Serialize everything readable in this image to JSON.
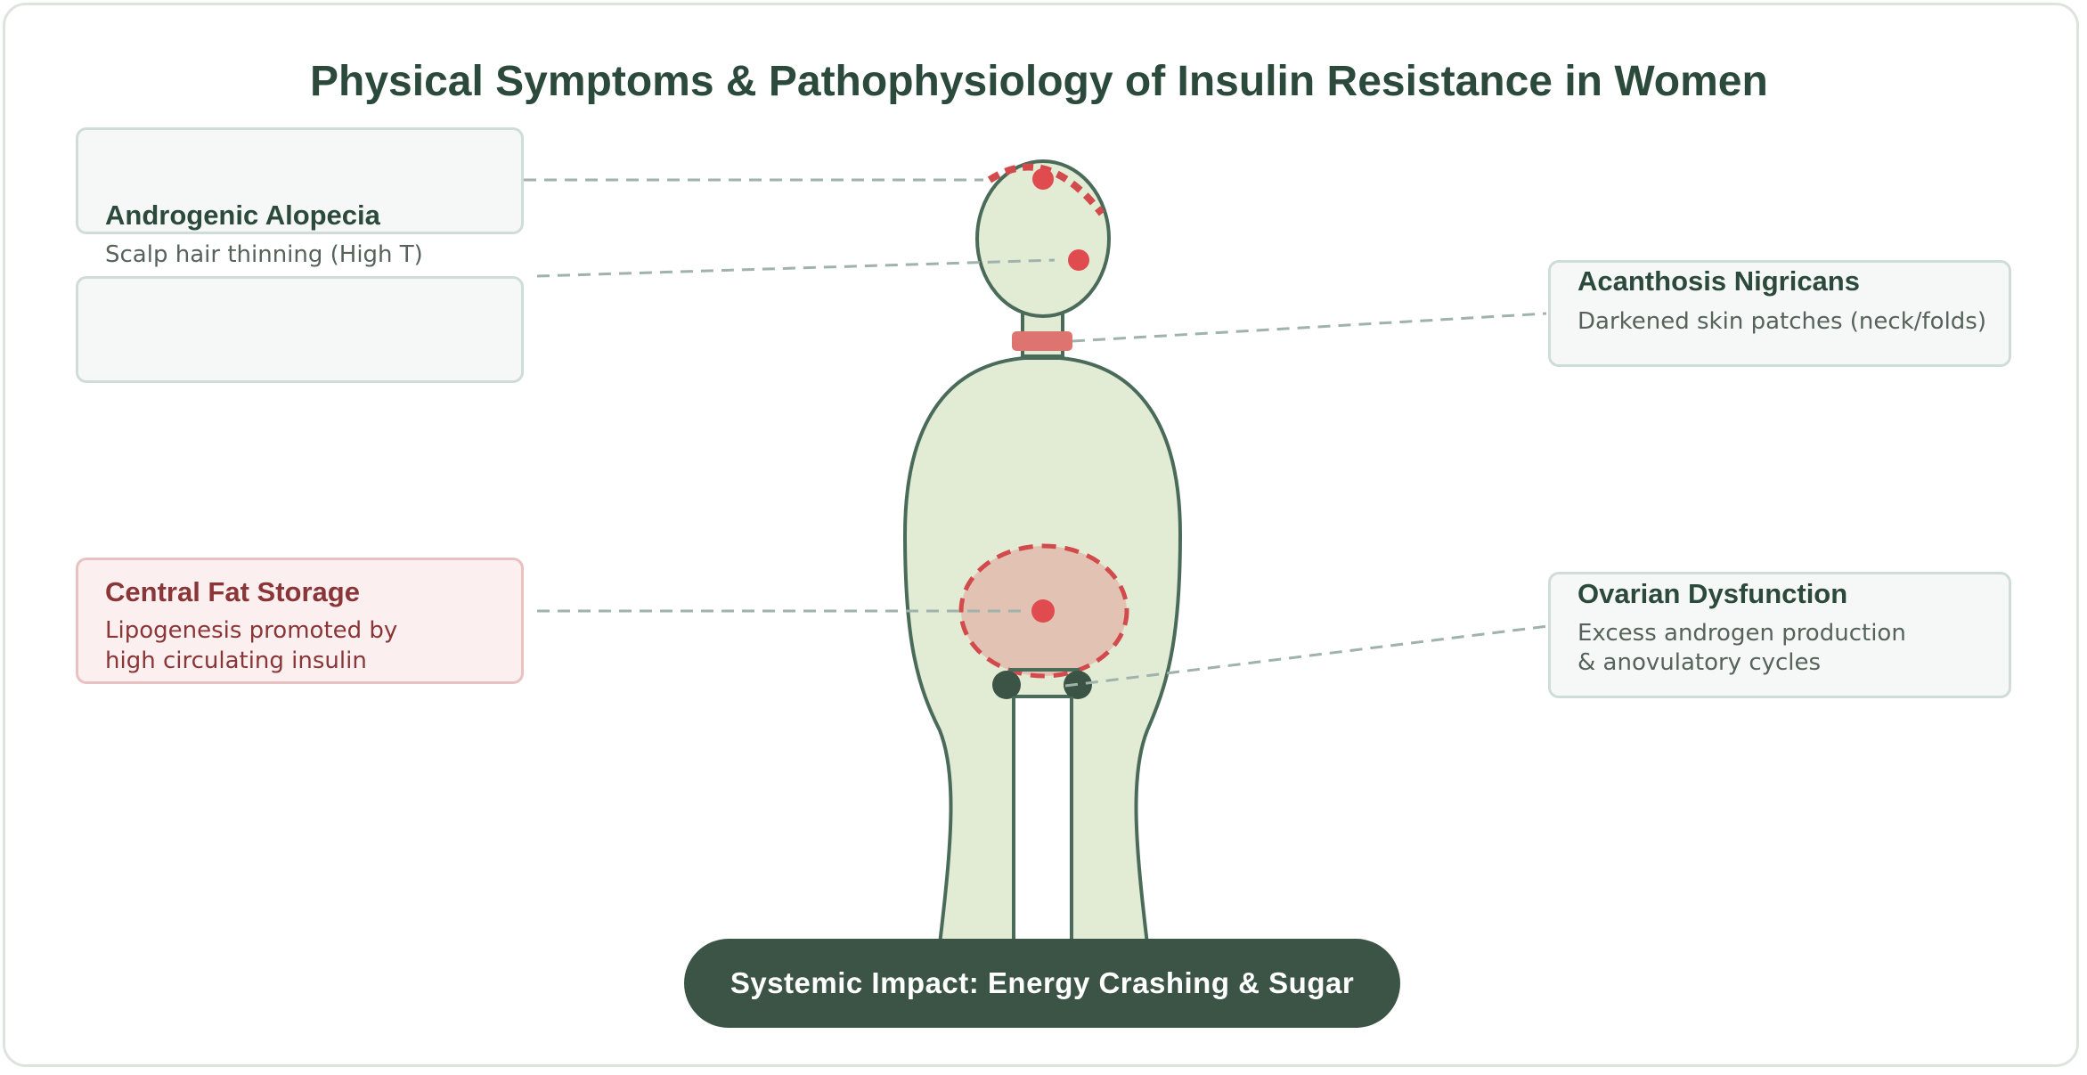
{
  "title": "Physical Symptoms & Pathophysiology of Insulin Resistance in Women",
  "symptoms": {
    "alopecia": {
      "title": "Androgenic Alopecia",
      "desc": "Scalp hair thinning (High T)"
    },
    "acanthosis": {
      "title": "Acanthosis Nigricans",
      "desc": "Darkened skin patches (neck/folds)"
    },
    "fat": {
      "title": "Central Fat Storage",
      "desc_line1": "Lipogenesis promoted by",
      "desc_line2": "high circulating insulin"
    },
    "ovarian": {
      "title": "Ovarian Dysfunction",
      "desc_line1": "Excess androgen production",
      "desc_line2": "& anovulatory cycles"
    }
  },
  "footer": {
    "impact": "Systemic Impact: Energy Crashing & Sugar"
  },
  "colors": {
    "body_fill": "#e2ebd4",
    "outline": "#4b6b5a",
    "marker": "#e04b4f",
    "fat_fill": "#e2c2b2",
    "dark": "#3b5446"
  }
}
